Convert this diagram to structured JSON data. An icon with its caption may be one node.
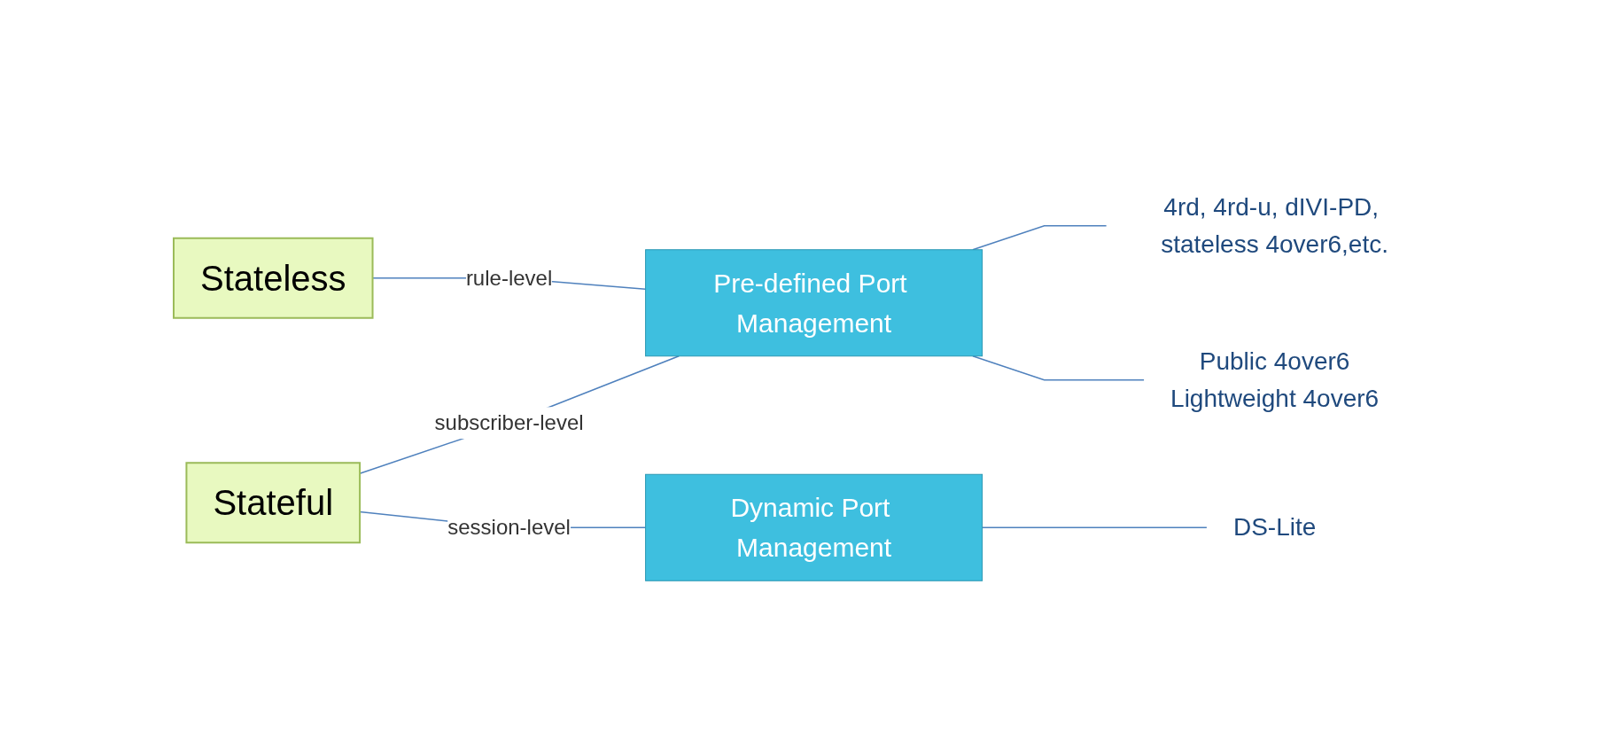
{
  "diagram": {
    "nodes": [
      {
        "text": [
          "Stateless"
        ]
      },
      {
        "text": [
          "Stateful"
        ]
      },
      {
        "text": [
          "Pre-defined Port Management"
        ]
      },
      {
        "text": [
          "Dynamic Port Management"
        ]
      },
      {
        "text": [
          "4rd, 4rd-u, dIVI-PD, stateless 4over6,etc."
        ]
      },
      {
        "text": [
          "Public 4over6",
          "Lightweight 4over6"
        ]
      },
      {
        "text": [
          "DS-Lite"
        ]
      }
    ],
    "edges": [
      {
        "from": 0,
        "to": 2,
        "arrow": "none",
        "label": "rule-level"
      },
      {
        "from": 1,
        "to": 2,
        "arrow": "none",
        "label": "subscriber-level"
      },
      {
        "from": 1,
        "to": 3,
        "arrow": "none",
        "label": "session-level"
      },
      {
        "from": 2,
        "to": 4,
        "arrow": "none"
      },
      {
        "from": 2,
        "to": 5,
        "arrow": "none"
      },
      {
        "from": 3,
        "to": 6,
        "arrow": "none"
      }
    ]
  }
}
